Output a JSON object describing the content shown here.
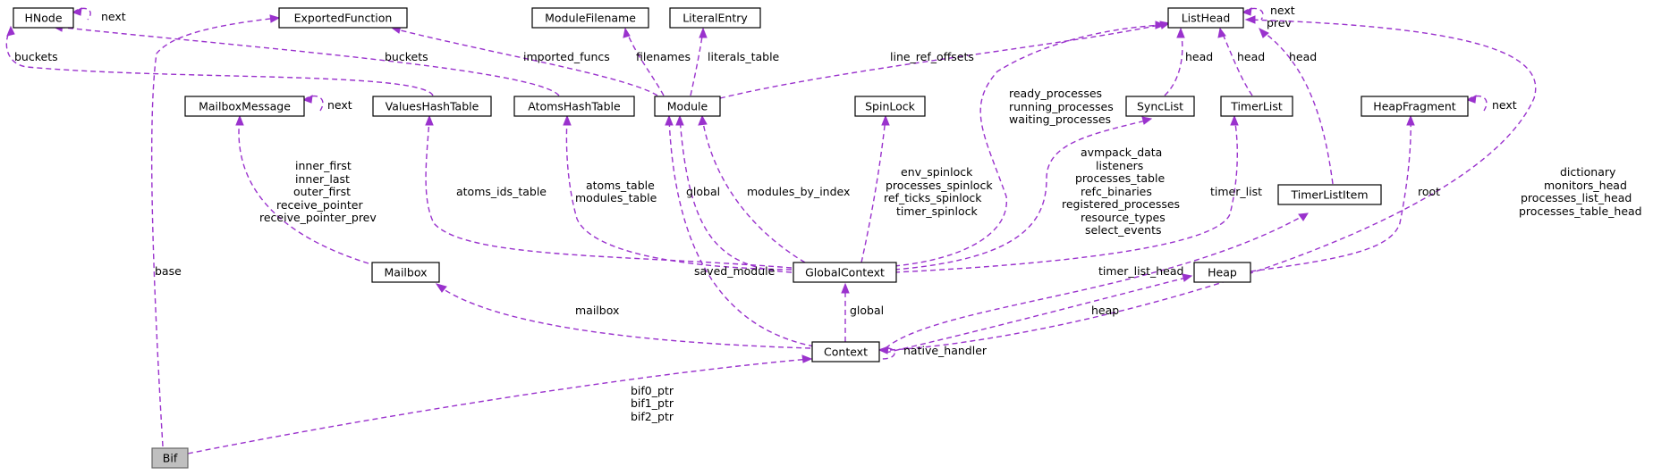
{
  "diagram": {
    "nodes": {
      "hnode": "HNode",
      "exported_function": "ExportedFunction",
      "module_filename": "ModuleFilename",
      "literal_entry": "LiteralEntry",
      "list_head": "ListHead",
      "mailbox_message": "MailboxMessage",
      "values_hash_table": "ValuesHashTable",
      "atoms_hash_table": "AtomsHashTable",
      "module": "Module",
      "spin_lock": "SpinLock",
      "sync_list": "SyncList",
      "timer_list": "TimerList",
      "heap_fragment": "HeapFragment",
      "timer_list_item": "TimerListItem",
      "mailbox": "Mailbox",
      "global_context": "GlobalContext",
      "heap": "Heap",
      "context": "Context",
      "bif": "Bif"
    },
    "edge_labels": {
      "hnode_next": "next",
      "listhead_self": [
        "next",
        "prev"
      ],
      "mailboxmessage_next": "next",
      "heapfragment_next": "next",
      "values_buckets": "buckets",
      "atoms_buckets": "buckets",
      "imported_funcs": "imported_funcs",
      "filenames": "filenames",
      "literals_table": "literals_table",
      "line_ref_offsets": "line_ref_offsets",
      "synclist_head": "head",
      "timerlist_head": "head",
      "timerlistitem_head": "head",
      "gc_listhead": [
        "ready_processes",
        "running_processes",
        "waiting_processes"
      ],
      "context_listhead": [
        "dictionary",
        "monitors_head",
        "processes_list_head",
        "processes_table_head"
      ],
      "mailbox_msgs": [
        "inner_first",
        "inner_last",
        "outer_first",
        "receive_pointer",
        "receive_pointer_prev"
      ],
      "atoms_ids_table": "atoms_ids_table",
      "atoms_table": [
        "atoms_table",
        "modules_table"
      ],
      "global_module": "global",
      "modules_by_index": "modules_by_index",
      "spinlocks": [
        "env_spinlock",
        "processes_spinlock",
        "ref_ticks_spinlock",
        "timer_spinlock"
      ],
      "gc_synclist": [
        "avmpack_data",
        "listeners",
        "processes_table",
        "refc_binaries",
        "registered_processes",
        "resource_types",
        "select_events"
      ],
      "timer_list": "timer_list",
      "root": "root",
      "base": "base",
      "saved_module": "saved_module",
      "mailbox": "mailbox",
      "global": "global",
      "timer_list_head": "timer_list_head",
      "heap": "heap",
      "native_handler": "native_handler",
      "bif_ptrs": [
        "bif0_ptr",
        "bif1_ptr",
        "bif2_ptr"
      ]
    },
    "colors": {
      "edge": "#9a32cd",
      "highlight_node": "#bfbfbf"
    }
  }
}
